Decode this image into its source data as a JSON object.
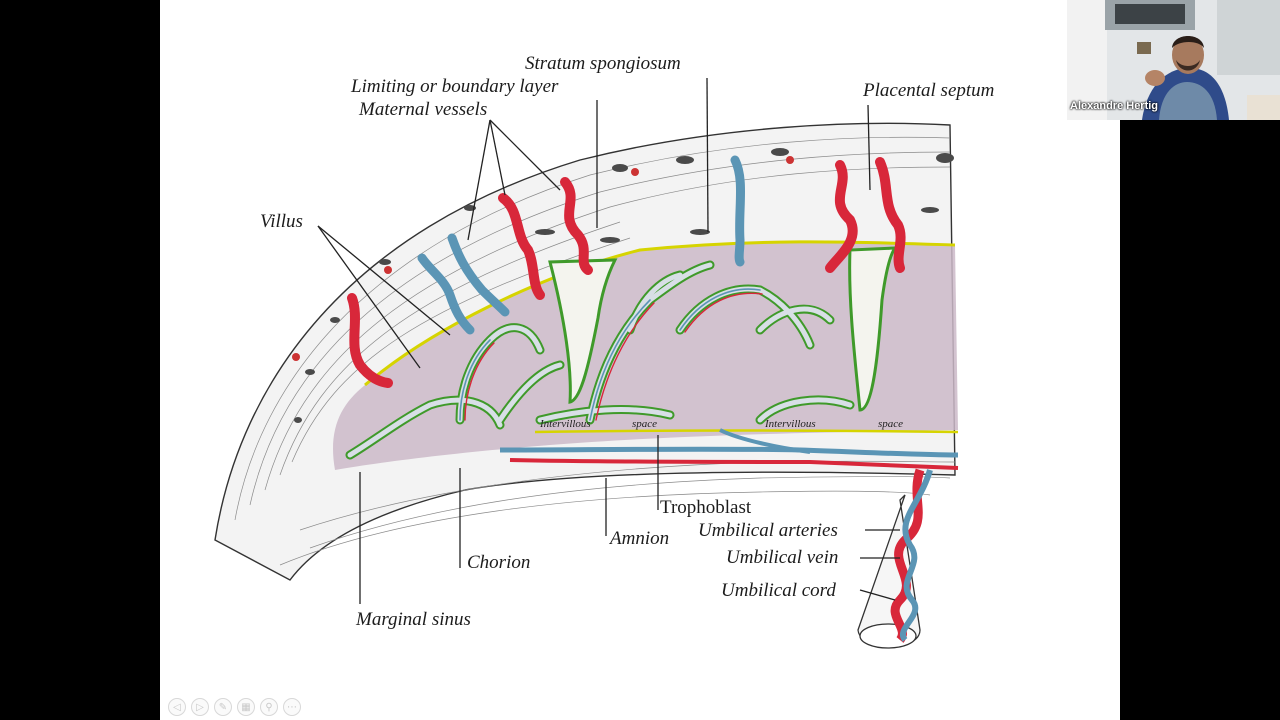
{
  "slide": {
    "labels": {
      "stratum_spongiosum": "Stratum spongiosum",
      "limiting_layer": "Limiting or boundary layer",
      "maternal_vessels": "Maternal vessels",
      "placental_septum": "Placental septum",
      "villus": "Villus",
      "intervillous_space_1": "Intervillous",
      "intervillous_space_1b": "space",
      "intervillous_space_2": "Intervillous",
      "intervillous_space_2b": "space",
      "trophoblast": "Trophoblast",
      "umbilical_arteries": "Umbilical arteries",
      "umbilical_vein": "Umbilical vein",
      "umbilical_cord": "Umbilical cord",
      "amnion": "Amnion",
      "chorion": "Chorion",
      "marginal_sinus": "Marginal sinus"
    },
    "colors": {
      "artery": "#d8273a",
      "vein": "#5b95b5",
      "trophoblast_edge": "#3f9a2a",
      "boundary_yellow": "#d6d400",
      "intervillous_fill": "#c9b6c9"
    }
  },
  "toolbar": {
    "buttons": [
      {
        "icon": "previous-icon",
        "glyph": "◁"
      },
      {
        "icon": "next-icon",
        "glyph": "▷"
      },
      {
        "icon": "pen-icon",
        "glyph": "✎"
      },
      {
        "icon": "slides-icon",
        "glyph": "▦"
      },
      {
        "icon": "zoom-icon",
        "glyph": "⚲"
      },
      {
        "icon": "more-icon",
        "glyph": "⋯"
      }
    ]
  },
  "webcam": {
    "participant_name": "Alexandre Hertig"
  }
}
